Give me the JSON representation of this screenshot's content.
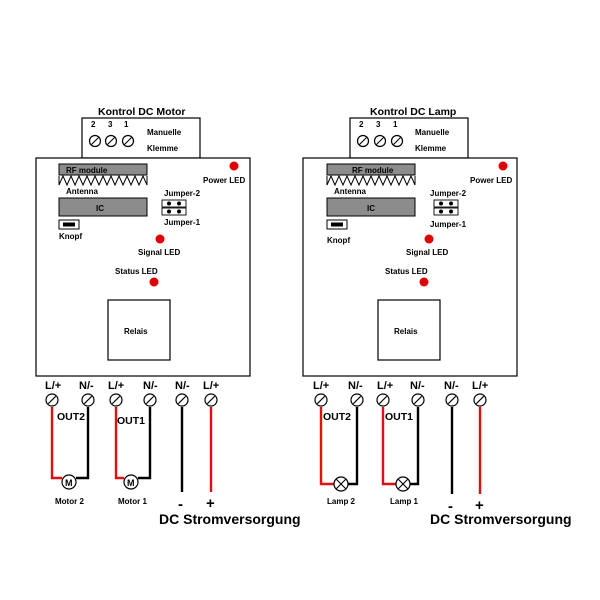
{
  "boards": [
    {
      "title": "Kontrol DC Motor",
      "connector_pins": [
        "2",
        "3",
        "1"
      ],
      "manuelle_label": "Manuelle",
      "klemme_label": "Klemme",
      "rf_module_label": "RF module",
      "antenna_label": "Antenna",
      "ic_label": "IC",
      "knopf_label": "Knopf",
      "jumper2_label": "Jumper-2",
      "jumper1_label": "Jumper-1",
      "power_led_label": "Power LED",
      "signal_led_label": "Signal LED",
      "status_led_label": "Status LED",
      "relais_label": "Relais",
      "terminals": [
        "L/+",
        "N/-",
        "L/+",
        "N/-",
        "N/-",
        "L/+"
      ],
      "out2_label": "OUT2",
      "out1_label": "OUT1",
      "load_symbol": "M",
      "load1_label": "Motor 2",
      "load2_label": "Motor 1",
      "minus_label": "-",
      "plus_label": "+",
      "supply_label": "DC Stromversorgung"
    },
    {
      "title": "Kontrol DC Lamp",
      "connector_pins": [
        "2",
        "3",
        "1"
      ],
      "manuelle_label": "Manuelle",
      "klemme_label": "Klemme",
      "rf_module_label": "RF module",
      "antenna_label": "Antenna",
      "ic_label": "IC",
      "knopf_label": "Knopf",
      "jumper2_label": "Jumper-2",
      "jumper1_label": "Jumper-1",
      "power_led_label": "Power LED",
      "signal_led_label": "Signal LED",
      "status_led_label": "Status LED",
      "relais_label": "Relais",
      "terminals": [
        "L/+",
        "N/-",
        "L/+",
        "N/-",
        "N/-",
        "L/+"
      ],
      "out2_label": "OUT2",
      "out1_label": "OUT1",
      "load_symbol": "",
      "load1_label": "Lamp 2",
      "load2_label": "Lamp 1",
      "minus_label": "-",
      "plus_label": "+",
      "supply_label": "DC Stromversorgung"
    }
  ],
  "colors": {
    "wire_red": "#e01010",
    "wire_black": "#000000",
    "led_red": "#e00000",
    "module_gray": "#8c8c8c"
  }
}
